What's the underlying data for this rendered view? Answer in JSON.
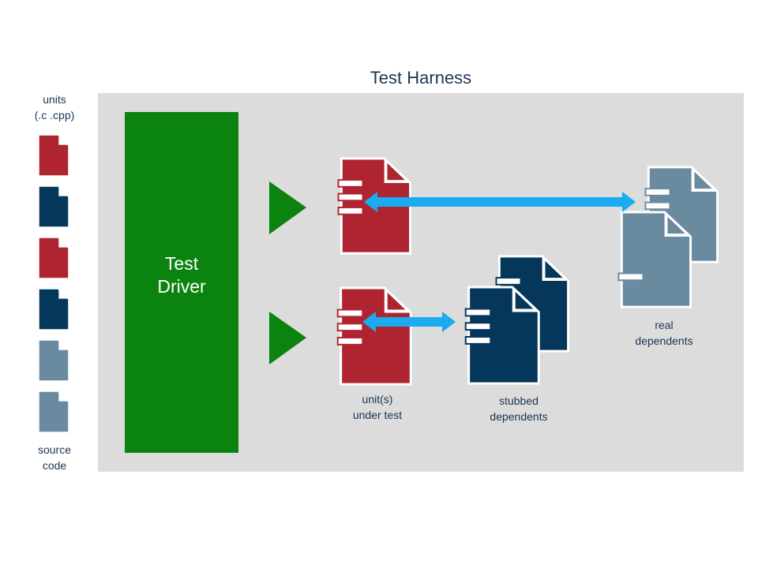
{
  "title": "Test Harness",
  "sidebar": {
    "top_label_line1": "units",
    "top_label_line2": "(.c .cpp)",
    "bottom_label_line1": "source",
    "bottom_label_line2": "code",
    "file_icons": [
      "red-file-icon",
      "navy-file-icon",
      "red-file-icon",
      "navy-file-icon",
      "slate-file-icon",
      "slate-file-icon"
    ]
  },
  "driver": {
    "line1": "Test",
    "line2": "Driver"
  },
  "labels": {
    "unit_line1": "unit(s)",
    "unit_line2": "under test",
    "stubbed_line1": "stubbed",
    "stubbed_line2": "dependents",
    "real_line1": "real",
    "real_line2": "dependents"
  },
  "colors": {
    "red": "#ae2430",
    "navy": "#05375a",
    "slate": "#6a8aa0",
    "green": "#0a830f",
    "arrow": "#1aabf0",
    "harness_bg": "#dcdcdc"
  }
}
